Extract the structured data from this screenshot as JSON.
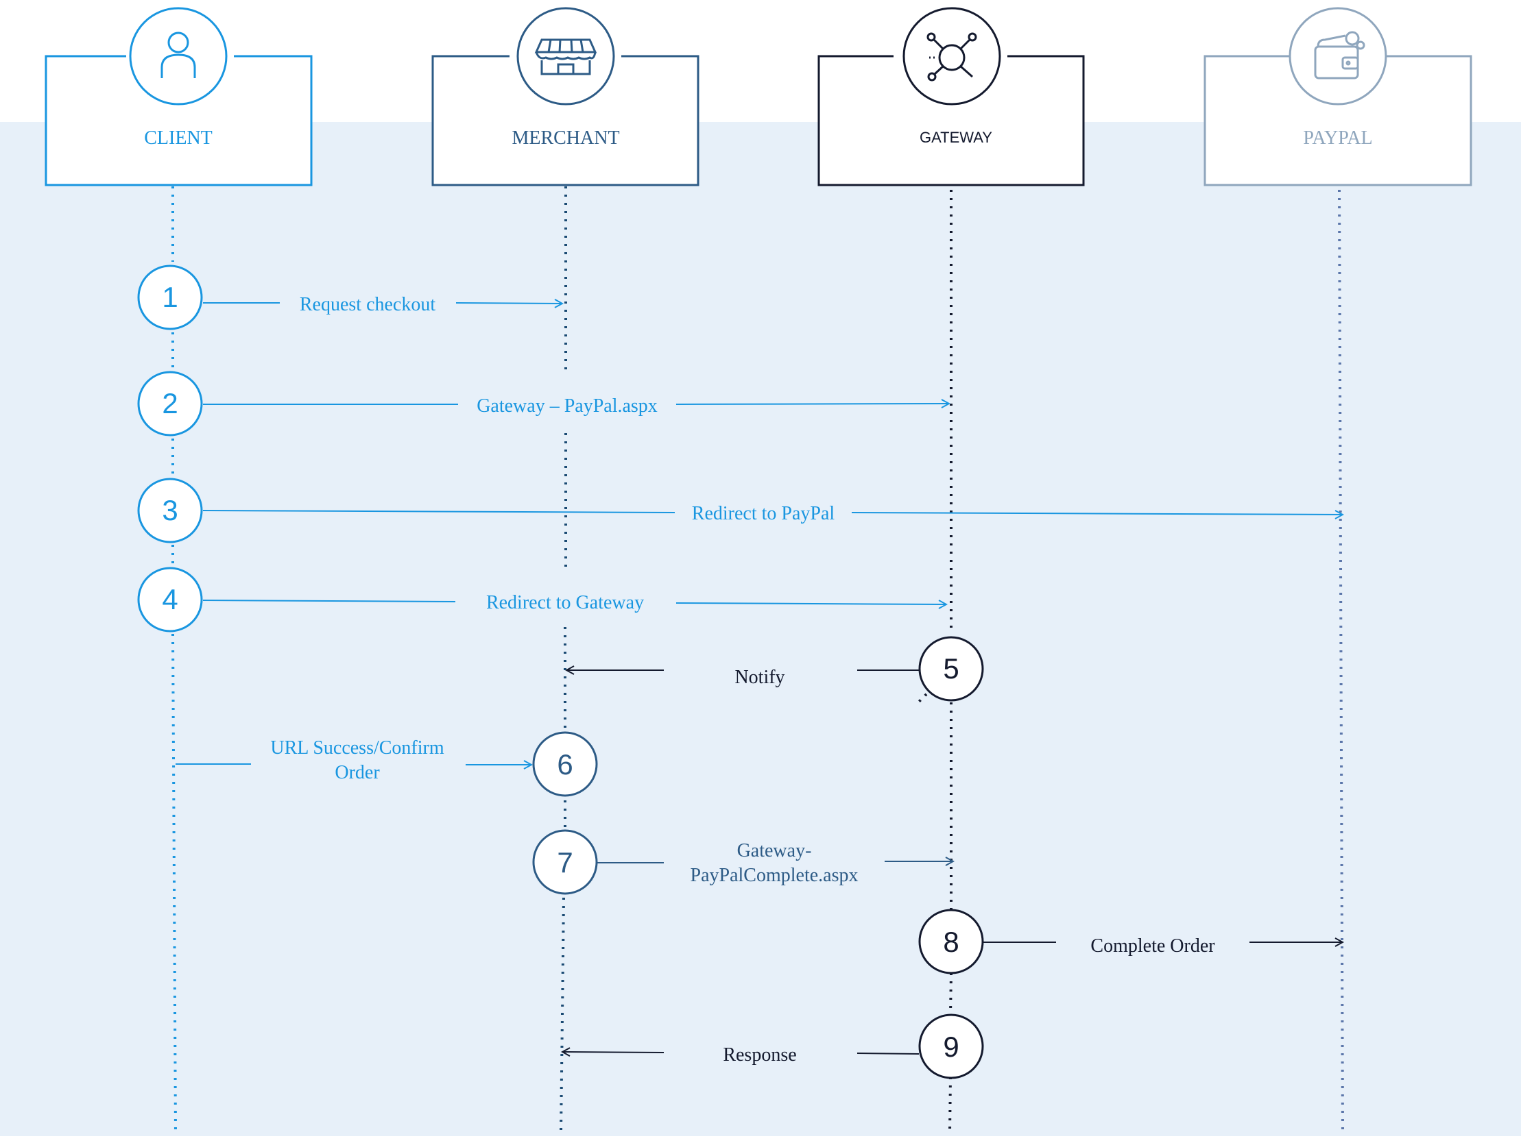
{
  "actors": {
    "client": {
      "label": "CLIENT",
      "icon": "user-icon",
      "color": "#1996e0"
    },
    "merchant": {
      "label": "MERCHANT",
      "icon": "store-icon",
      "color": "#2d5b86"
    },
    "gateway": {
      "label": "GATEWAY",
      "icon": "network-icon",
      "color": "#141a2e"
    },
    "paypal": {
      "label": "PAYPAL",
      "icon": "wallet-icon",
      "color": "#8fa6bd"
    }
  },
  "steps": [
    {
      "number": "1",
      "label": "Request checkout",
      "from": "client",
      "to": "merchant",
      "color": "#1996e0"
    },
    {
      "number": "2",
      "label": "Gateway – PayPal.aspx",
      "from": "client",
      "to": "gateway",
      "color": "#1996e0"
    },
    {
      "number": "3",
      "label": "Redirect to PayPal",
      "from": "client",
      "to": "paypal",
      "color": "#1996e0"
    },
    {
      "number": "4",
      "label": "Redirect to Gateway",
      "from": "client",
      "to": "gateway",
      "color": "#1996e0"
    },
    {
      "number": "5",
      "label": "Notify",
      "from": "gateway",
      "to": "merchant",
      "color": "#141a2e"
    },
    {
      "number": "6",
      "label_lines": [
        "URL Success/Confirm",
        "Order"
      ],
      "from": "client",
      "to": "merchant",
      "color": "#1996e0"
    },
    {
      "number": "7",
      "label_lines": [
        "Gateway-",
        "PayPalComplete.aspx"
      ],
      "from": "merchant",
      "to": "gateway",
      "color": "#2d5b86"
    },
    {
      "number": "8",
      "label": "Complete Order",
      "from": "gateway",
      "to": "paypal",
      "color": "#141a2e"
    },
    {
      "number": "9",
      "label": "Response",
      "from": "gateway",
      "to": "merchant",
      "color": "#141a2e"
    }
  ],
  "colors": {
    "background_band": "#e7f0f9",
    "client": "#1996e0",
    "merchant": "#2d5b86",
    "gateway": "#141a2e",
    "paypal": "#8fa6bd"
  }
}
